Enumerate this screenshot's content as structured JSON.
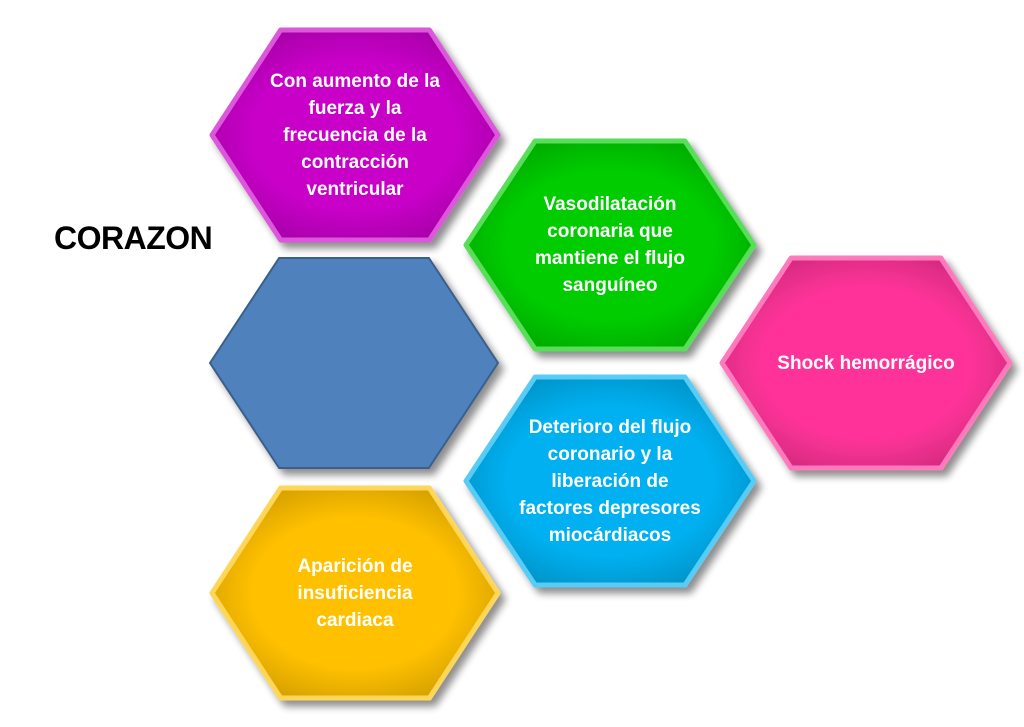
{
  "title": "CORAZON",
  "hexagons": [
    {
      "id": "fuerza",
      "text": "Con aumento de la\nfuerza y la\nfrecuencia de la\ncontracción\nventricular",
      "color": "#C800C8"
    },
    {
      "id": "vasodilatacion",
      "text": "Vasodilatación\ncoronaria que\nmantiene el flujo\nsanguíneo",
      "color": "#00CC00"
    },
    {
      "id": "shock",
      "text": "Shock hemorrágico",
      "color": "#FF3399"
    },
    {
      "id": "centro",
      "text": "",
      "color": "#4F81BD"
    },
    {
      "id": "deterioro",
      "text": "Deterioro del flujo\ncoronario  y la\nliberación de\nfactores depresores\nmiocárdiacos",
      "color": "#00B0F0"
    },
    {
      "id": "insuficiencia",
      "text": "Aparición de\ninsuficiencia\ncardiaca",
      "color": "#FFC000"
    }
  ]
}
